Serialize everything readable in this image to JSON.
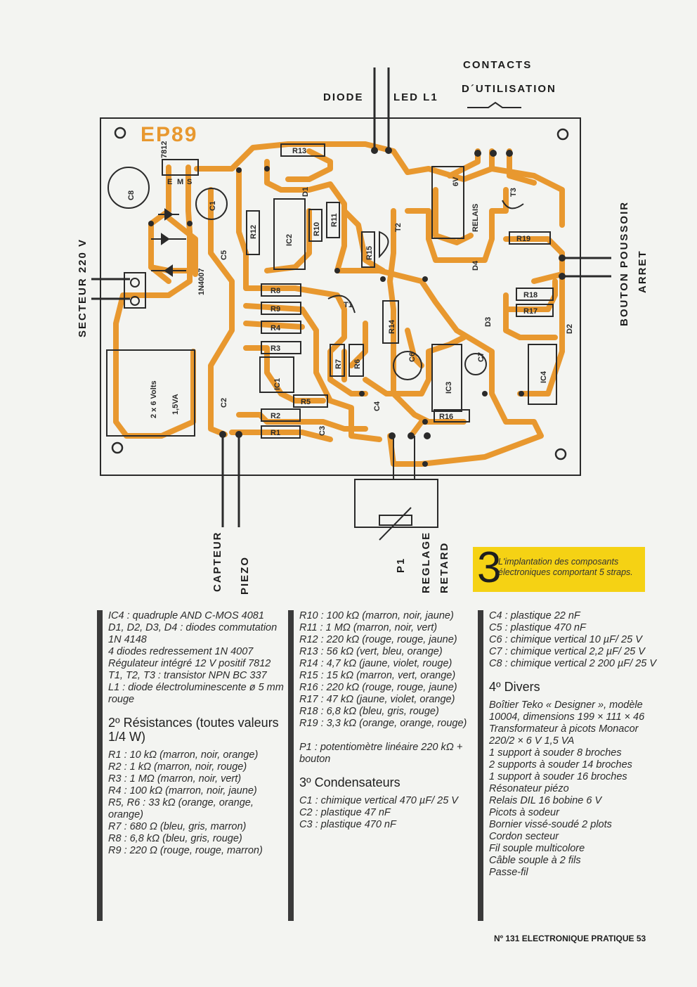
{
  "figure": {
    "board_mark": "EP89",
    "labels": {
      "contacts_line1": "CONTACTS",
      "contacts_line2": "D´UTILISATION",
      "diode": "DIODE",
      "led": "LED L1",
      "secteur": "SECTEUR 220 V",
      "bouton_line1": "BOUTON POUSSOIR",
      "bouton_line2": "ARRET",
      "capteur": "CAPTEUR",
      "piezo": "PIEZO",
      "p1": "P1",
      "reglage": "REGLAGE",
      "retard": "RETARD",
      "transfo_label": "2 x 6 Volts",
      "transfo_va": "1,5VA",
      "relais": "RELAIS",
      "relais_v": "6V",
      "reg_type": "7812",
      "reg_pins": [
        "E",
        "M",
        "S"
      ],
      "diode_type": "1N4007",
      "components": [
        "R13",
        "R12",
        "R10",
        "R11",
        "R15",
        "R14",
        "R8",
        "R9",
        "R4",
        "R3",
        "R7",
        "R6",
        "R5",
        "R2",
        "R1",
        "R16",
        "R17",
        "R18",
        "R19",
        "IC1",
        "IC2",
        "IC3",
        "IC4",
        "C1",
        "C2",
        "C3",
        "C4",
        "C5",
        "C6",
        "C7",
        "C8",
        "T1",
        "T2",
        "T3",
        "D1",
        "D2",
        "D3",
        "D4"
      ]
    },
    "caption_number": "3",
    "caption_text": "L'implantation des composants électroniques comportant 5 straps."
  },
  "columns": [
    {
      "blocks": [
        {
          "type": "p",
          "text": "IC4 : quadruple AND C-MOS 4081"
        },
        {
          "type": "p",
          "text": "D1, D2, D3, D4 : diodes commutation 1N 4148"
        },
        {
          "type": "p",
          "text": "4 diodes redressement 1N 4007"
        },
        {
          "type": "p",
          "text": "Régulateur intégré 12 V positif 7812"
        },
        {
          "type": "p",
          "text": "T1, T2, T3 : transistor NPN BC 337"
        },
        {
          "type": "p",
          "text": "L1 : diode électroluminescente ø 5 mm rouge"
        },
        {
          "type": "h",
          "text": "2º Résistances (toutes valeurs 1/4 W)"
        },
        {
          "type": "p",
          "text": "R1 : 10 kΩ (marron, noir, orange)"
        },
        {
          "type": "p",
          "text": "R2 : 1 kΩ (marron, noir, rouge)"
        },
        {
          "type": "p",
          "text": "R3 : 1 MΩ (marron, noir, vert)"
        },
        {
          "type": "p",
          "text": "R4 : 100 kΩ (marron, noir, jaune)"
        },
        {
          "type": "p",
          "text": "R5, R6 : 33 kΩ (orange, orange, orange)"
        },
        {
          "type": "p",
          "text": "R7 : 680 Ω (bleu, gris, marron)"
        },
        {
          "type": "p",
          "text": "R8 : 6,8 kΩ (bleu, gris, rouge)"
        },
        {
          "type": "p",
          "text": "R9 : 220 Ω (rouge, rouge, marron)"
        }
      ]
    },
    {
      "blocks": [
        {
          "type": "p",
          "text": "R10 : 100 kΩ (marron, noir, jaune)"
        },
        {
          "type": "p",
          "text": "R11 : 1 MΩ (marron, noir, vert)"
        },
        {
          "type": "p",
          "text": "R12 : 220 kΩ (rouge, rouge, jaune)"
        },
        {
          "type": "p",
          "text": "R13 : 56 kΩ (vert, bleu, orange)"
        },
        {
          "type": "p",
          "text": "R14 : 4,7 kΩ (jaune, violet, rouge)"
        },
        {
          "type": "p",
          "text": "R15 : 15 kΩ (marron, vert, orange)"
        },
        {
          "type": "p",
          "text": "R16 : 220 kΩ (rouge, rouge, jaune)"
        },
        {
          "type": "p",
          "text": "R17 : 47 kΩ (jaune, violet, orange)"
        },
        {
          "type": "p",
          "text": "R18 : 6,8 kΩ (bleu, gris, rouge)"
        },
        {
          "type": "p",
          "text": "R19 : 3,3 kΩ (orange, orange, rouge)"
        },
        {
          "type": "p",
          "text": " "
        },
        {
          "type": "p",
          "text": "P1 : potentiomètre linéaire 220 kΩ + bouton"
        },
        {
          "type": "h",
          "text": "3º Condensateurs"
        },
        {
          "type": "p",
          "text": "C1 : chimique vertical 470 µF/ 25 V"
        },
        {
          "type": "p",
          "text": "C2 : plastique 47 nF"
        },
        {
          "type": "p",
          "text": "C3 : plastique 470 nF"
        }
      ]
    },
    {
      "blocks": [
        {
          "type": "p",
          "text": "C4 : plastique 22 nF"
        },
        {
          "type": "p",
          "text": "C5 : plastique 470 nF"
        },
        {
          "type": "p",
          "text": "C6 : chimique vertical 10 µF/ 25 V"
        },
        {
          "type": "p",
          "text": "C7 : chimique vertical 2,2 µF/ 25 V"
        },
        {
          "type": "p",
          "text": "C8 : chimique vertical 2 200 µF/ 25 V"
        },
        {
          "type": "h",
          "text": "4º Divers"
        },
        {
          "type": "p",
          "text": "Boîtier Teko « Designer », modèle 10004, dimensions 199 × 111 × 46"
        },
        {
          "type": "p",
          "text": "Transformateur à picots Monacor 220/2 × 6 V 1,5 VA"
        },
        {
          "type": "p",
          "text": "1 support à souder 8 broches"
        },
        {
          "type": "p",
          "text": "2 supports à souder 14 broches"
        },
        {
          "type": "p",
          "text": "1 support à souder 16 broches"
        },
        {
          "type": "p",
          "text": "Résonateur piézo"
        },
        {
          "type": "p",
          "text": "Relais DIL 16 bobine 6 V"
        },
        {
          "type": "p",
          "text": "Picots à sodeur"
        },
        {
          "type": "p",
          "text": "Bornier vissé-soudé 2 plots"
        },
        {
          "type": "p",
          "text": "Cordon secteur"
        },
        {
          "type": "p",
          "text": "Fil souple multicolore"
        },
        {
          "type": "p",
          "text": "Câble souple à 2 fils"
        },
        {
          "type": "p",
          "text": "Passe-fil"
        }
      ]
    }
  ],
  "footer": "Nº 131 ELECTRONIQUE PRATIQUE 53",
  "colors": {
    "trace": "#e8982f",
    "caption_bg": "#f5d214",
    "ink": "#1e1e1e"
  }
}
